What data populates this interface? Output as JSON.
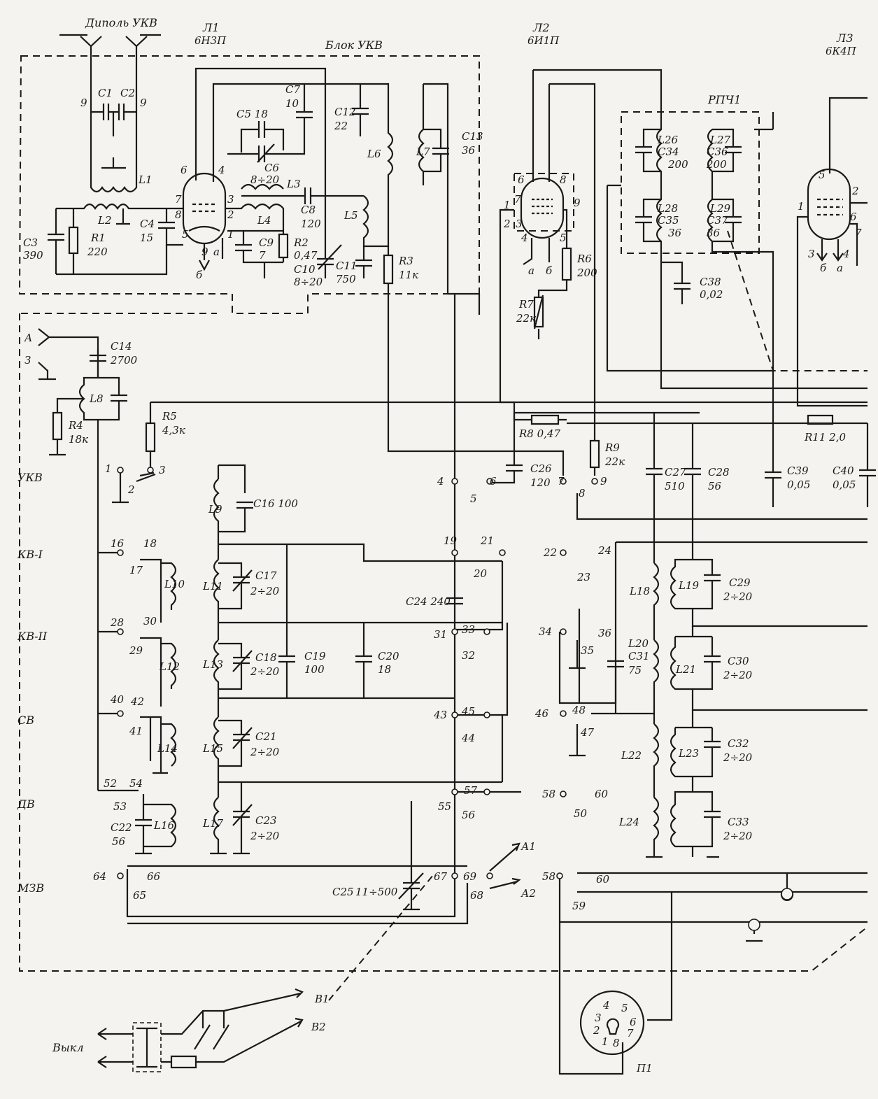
{
  "labels": {
    "dipole": "Диполь УКВ",
    "block_ukv": "Блок УКВ",
    "l1_tube": "Л1",
    "l1_type": "6Н3П",
    "l2_tube": "Л2",
    "l2_type": "6И1П",
    "l3_tube": "Л3",
    "l3_type": "6К4П",
    "rpch": "РПЧ1",
    "vykl": "Выкл",
    "p1": "П1",
    "ant_a": "А",
    "ant_z": "З",
    "a1": "А1",
    "a2": "А2",
    "b1": "В1",
    "b2": "В2"
  },
  "bands": [
    "УКВ",
    "КВ-I",
    "КВ-II",
    "СВ",
    "ДВ",
    "МЗВ"
  ],
  "components": {
    "c1": "C1",
    "c2": "C2",
    "c3": "C3",
    "c3v": "390",
    "r1": "R1",
    "r1v": "220",
    "l1": "L1",
    "l2": "L2",
    "c4": "C4",
    "c4v": "15",
    "c5": "C5 18",
    "c6": "C6",
    "c6v": "8÷20",
    "c7": "C7",
    "c7v": "10",
    "l3": "L3",
    "l4": "L4",
    "c8": "C8",
    "c8v": "120",
    "c9": "C9",
    "c9v": "7",
    "r2": "R2",
    "r2v": "0,47",
    "c10": "C10",
    "c10v": "8÷20",
    "c11": "C11",
    "c11v": "750",
    "c12": "C12",
    "c12v": "22",
    "l5": "L5",
    "l6": "L6",
    "l7": "L7",
    "c13": "C13",
    "c13v": "36",
    "r3": "R3",
    "r3v": "11к",
    "c14": "C14",
    "c14v": "2700",
    "l8": "L8",
    "r4": "R4",
    "r4v": "18к",
    "r5": "R5",
    "r5v": "4,3к",
    "r6": "R6",
    "r6v": "200",
    "r7": "R7",
    "r7v": "22к",
    "r8": "R8 0,47",
    "r9": "R9",
    "r9v": "22к",
    "r11": "R11 2,0",
    "c26": "C26",
    "c26v": "120",
    "c27": "C27",
    "c27v": "510",
    "c28": "C28",
    "c28v": "56",
    "c39": "C39",
    "c39v": "0,05",
    "c40": "C40",
    "c40v": "0,05",
    "l26": "L26",
    "c34": "C34",
    "c34v": "200",
    "l27": "L27",
    "c36": "C36",
    "c36v": "200",
    "l28": "L28",
    "c35": "C35",
    "c35v": "36",
    "l29": "L29",
    "c37": "C37",
    "c37v": "36",
    "c38": "C38",
    "c38v": "0,02",
    "l9": "L9",
    "c16": "C16 100",
    "l10": "L10",
    "l11": "L11",
    "c17": "C17",
    "c17v": "2÷20",
    "l12": "L12",
    "l13": "L13",
    "c18": "C18",
    "c18v": "2÷20",
    "c19": "C19",
    "c19v": "100",
    "c20": "C20",
    "c20v": "18",
    "l14": "L14",
    "l15": "L15",
    "c21": "C21",
    "c21v": "2÷20",
    "l16": "L16",
    "c22": "C22",
    "c22v": "56",
    "l17": "L17",
    "c23": "C23",
    "c23v": "2÷20",
    "c24": "C24 240",
    "c25": "C25",
    "c25v": "11÷500",
    "l18": "L18",
    "l19": "L19",
    "c29": "C29",
    "c29v": "2÷20",
    "l20": "L20",
    "c31": "C31",
    "c31v": "75",
    "l21": "L21",
    "c30": "C30",
    "c30v": "2÷20",
    "l22": "L22",
    "l23": "L23",
    "c32": "C32",
    "c32v": "2÷20",
    "l24": "L24",
    "c33": "C33",
    "c33v": "2÷20"
  },
  "switch_contacts": {
    "s1": "1",
    "s2": "2",
    "s3": "3",
    "s4": "4",
    "s5": "5",
    "s6": "6",
    "s7": "7",
    "s8": "8",
    "s9": "9",
    "s16": "16",
    "s17": "17",
    "s18": "18",
    "s19": "19",
    "s20": "20",
    "s21": "21",
    "s22": "22",
    "s23": "23",
    "s24": "24",
    "s28": "28",
    "s29": "29",
    "s30": "30",
    "s31": "31",
    "s32": "32",
    "s33": "33",
    "s34": "34",
    "s35": "35",
    "s36": "36",
    "s40": "40",
    "s41": "41",
    "s42": "42",
    "s43": "43",
    "s44": "44",
    "s45": "45",
    "s46": "46",
    "s47": "47",
    "s48": "48",
    "s52": "52",
    "s53": "53",
    "s54": "54",
    "s55": "55",
    "s56": "56",
    "s57": "57",
    "s58": "58",
    "s50": "50",
    "s60": "60",
    "s64": "64",
    "s65": "65",
    "s66": "66",
    "s67": "67",
    "s68": "68",
    "s69": "69",
    "s58b": "58",
    "s59": "59",
    "s60b": "60"
  },
  "tube_pins": {
    "l1": [
      "6",
      "4",
      "7",
      "8",
      "5",
      "9",
      "а",
      "3",
      "2",
      "1",
      "б"
    ],
    "l2": [
      "6",
      "8",
      "7",
      "1",
      "2",
      "3",
      "4",
      "9",
      "5",
      "а",
      "б"
    ],
    "l3": [
      "5",
      "2",
      "1",
      "3",
      "4",
      "6",
      "7",
      "б",
      "а"
    ]
  },
  "socket_pins": [
    "4",
    "5",
    "3",
    "6",
    "2",
    "7",
    "1",
    "8"
  ],
  "misc": {
    "lead_9a": "9",
    "lead_9b": "9"
  }
}
